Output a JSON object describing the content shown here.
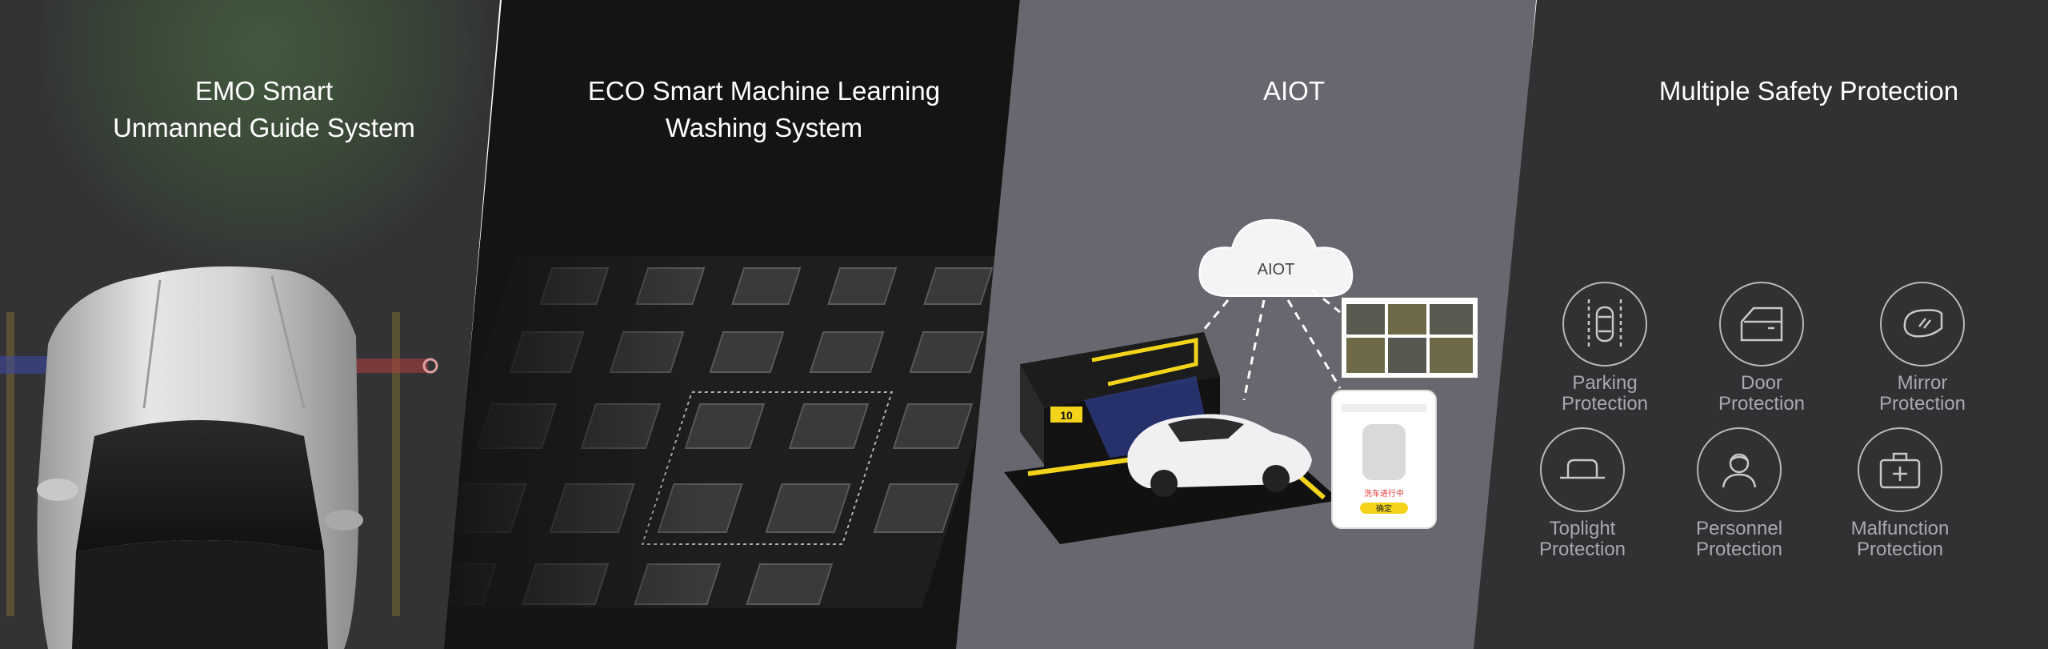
{
  "panels": [
    {
      "id": "emo",
      "title_line1": "EMO Smart",
      "title_line2": "Unmanned Guide System"
    },
    {
      "id": "eco",
      "title_line1": "ECO Smart Machine Learning",
      "title_line2": "Washing System"
    },
    {
      "id": "aiot",
      "title_line1": "AIOT",
      "cloud_label": "AIOT",
      "booth_sign": "10",
      "phone_button": "确定",
      "phone_status": "洗车进行中"
    },
    {
      "id": "safety",
      "title_line1": "Multiple Safety Protection"
    }
  ],
  "safety_items": [
    {
      "line1": "Parking",
      "line2": "Protection",
      "icon": "parking-icon"
    },
    {
      "line1": "Door",
      "line2": "Protection",
      "icon": "door-icon"
    },
    {
      "line1": "Mirror",
      "line2": "Protection",
      "icon": "mirror-icon"
    },
    {
      "line1": "Toplight",
      "line2": "Protection",
      "icon": "toplight-icon"
    },
    {
      "line1": "Personnel",
      "line2": "Protection",
      "icon": "personnel-icon"
    },
    {
      "line1": "Malfunction",
      "line2": "Protection",
      "icon": "malfunction-icon"
    }
  ],
  "colors": {
    "panel_emo_bg": "#333335",
    "panel_eco_bg": "#141414",
    "panel_aiot_bg": "#67676f",
    "panel_safety_bg": "#313133",
    "accent_yellow": "#f3d41b",
    "icon_ring": "#b8b8bb",
    "icon_label": "#a9a9ad"
  }
}
